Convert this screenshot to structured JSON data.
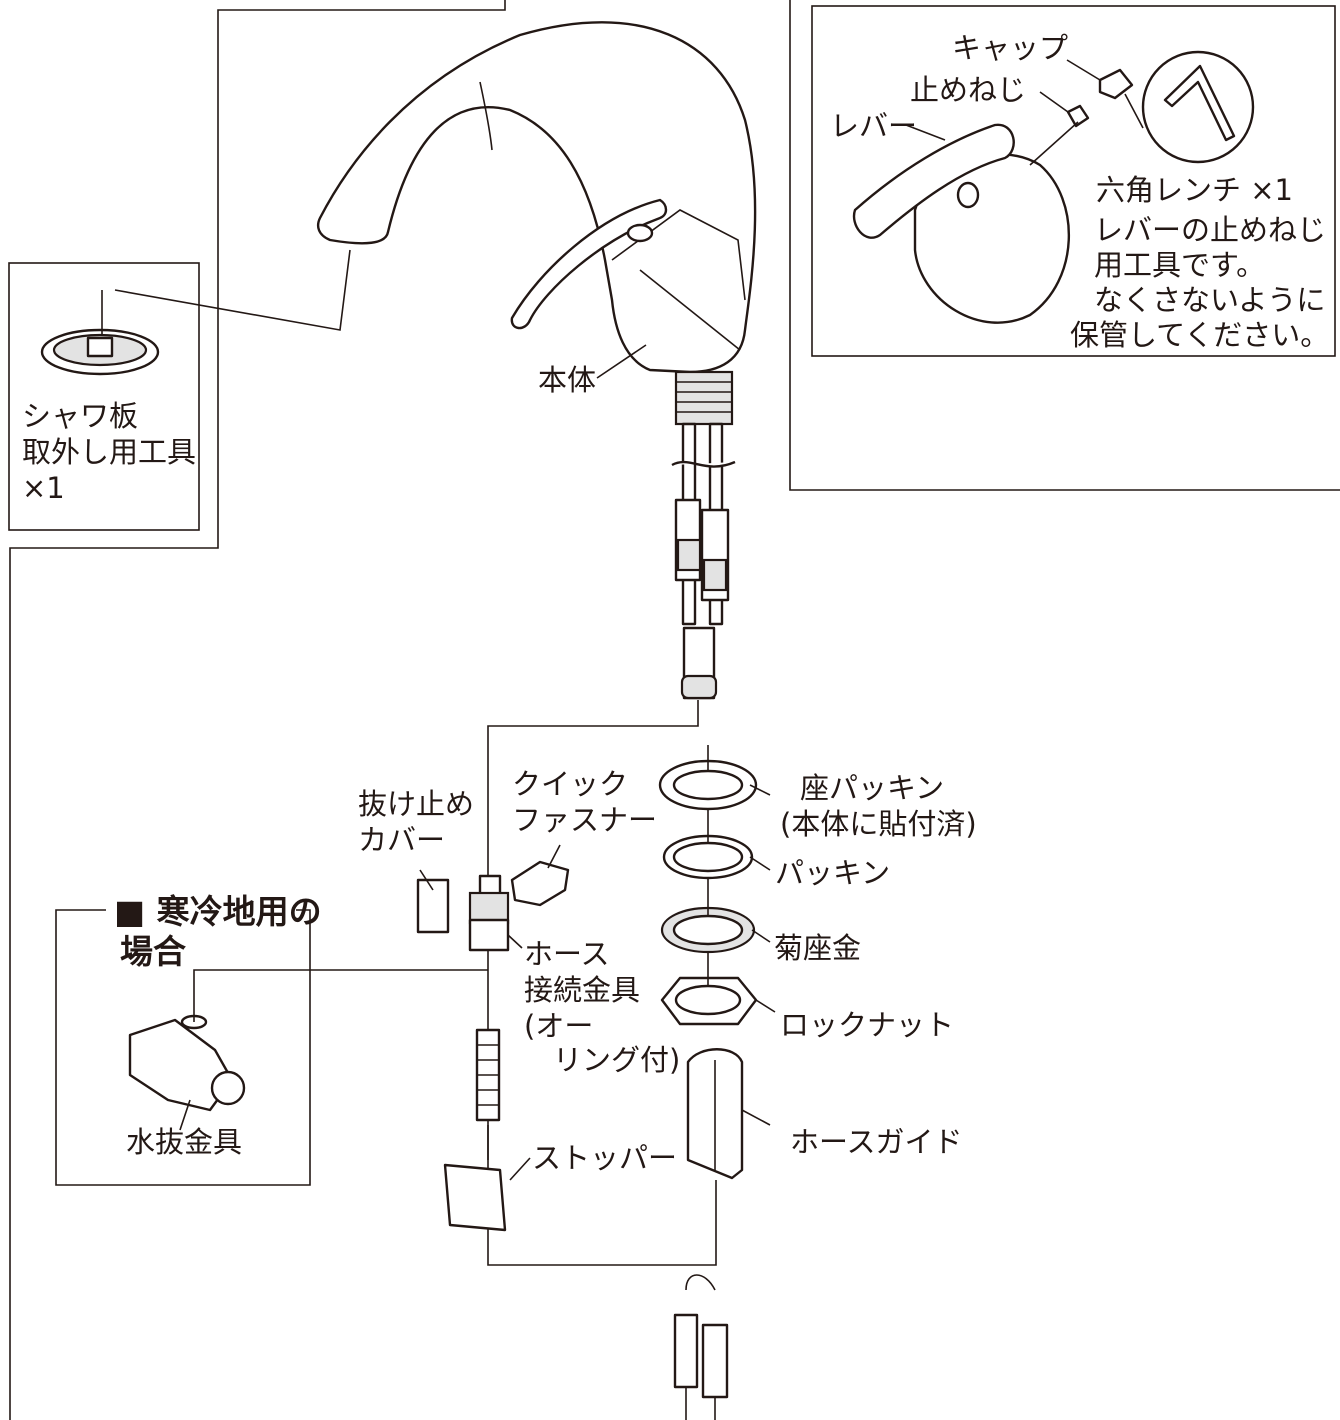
{
  "labels": {
    "cap": "キャップ",
    "set_screw": "止めねじ",
    "lever": "レバー",
    "hex_wrench": "六角レンチ ×1",
    "wrench_note": [
      "レバーの止めねじ",
      "用工具です。",
      "なくさないように",
      "保管してください。"
    ],
    "body": "本体",
    "shower_tool": [
      "シャワ板",
      "取外し用工具",
      "×1"
    ],
    "stopper_cover": [
      "抜け止め",
      "カバー"
    ],
    "quick_fastener": [
      "クイック",
      "ファスナー"
    ],
    "seat_packing": [
      "座パッキン",
      "(本体に貼付済)"
    ],
    "packing": "パッキン",
    "chrysanthemum_washer": "菊座金",
    "lock_nut": "ロックナット",
    "hose_fitting": [
      "ホース",
      "接続金具",
      "(オー",
      "　リング付)"
    ],
    "cold_region": [
      "■ 寒冷地用の",
      "場合"
    ],
    "drain_fitting": "水抜金具",
    "stopper": "ストッパー",
    "hose_guide": "ホースガイド"
  }
}
